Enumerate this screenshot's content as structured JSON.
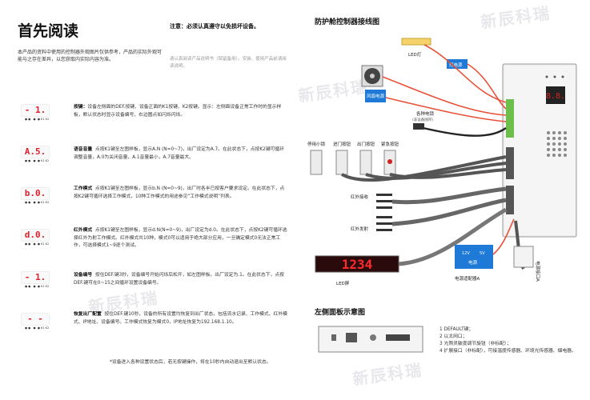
{
  "left": {
    "title": "首先阅读",
    "notice": "注意：必须认真遵守以免损坏设备。",
    "intro": "本产品的资料中使用的控制器外观图片仅供参考，产品的实际外观可能与之存在差异，以您获取内实际内容为准。",
    "grey_note": "请认真阅读产品说明书（保留备用）。安装、使用产品前请阅读说明。",
    "rows": [
      {
        "display": "-  1.",
        "label": "按键：",
        "text": "设备左侧面的DEF.按键、设备正面的K1按键、K2按键。显示：左侧面设备正常工作时的显示样板，默认状态时显示设备编号，右边圆点如闪烁闪烁。"
      },
      {
        "display": "A.5.",
        "label": "语音音量",
        "text": "点按K1键至左图样板，显示A.N (N=0~7)，出厂设定为A.7。在此状态下，点按K2键可循环调整音量，A.0为关闭音量，A.1音量最小，A.7音量最大。"
      },
      {
        "display": "b.0.",
        "label": "工作模式",
        "text": "点按K1键至左图样板，显示b.N (N=0~9)，出厂时各半已按客户要求设定。在此状态下，点按K2键可循环选择工作模式，10种工作模式的用途参见“工作模式说明”列表。"
      },
      {
        "display": "d.0.",
        "label": "红外模式",
        "text": "点按K1键至左图样板，显示d.N(N=0~9)，出厂设定为d.0。在此状态下，点按K2键可循环选择红外为射工作模式。红外模式共10种，模式0可以适用于绝大部分应用，一旦确定模式0无法正常工作，可选择模式1~9逐个测试。"
      },
      {
        "display": "-  1.",
        "label": "设备编号",
        "text": "按住DEF.键3秒，设备编号开始闪烁后松开，如左图样板。出厂设定为.1。在此状态下，点按DEF.键可在0~15之间循环设置设备编号。"
      },
      {
        "display": "-  -",
        "label": "恢复出厂配置",
        "text": "按住DEF.键10秒，设备的所有设置均恢复到出厂状态，包括流水记录、工作模式、红外模式、IP地址、设备编号。工作模式恢复为模式0，IP地址恢复为192.168.1.10。"
      }
    ],
    "keys": [
      "K1",
      "K2"
    ],
    "footnote": "*设备进入各种设置状态后，若无按键操作，将在10秒内自动退出至默认状态。"
  },
  "right": {
    "wiring_title": "防护舱控制器接线图",
    "panel_title": "左侧面板示意图",
    "labels": {
      "led_light": "LED灯",
      "light_power": "灯电源",
      "fan_power": "风扇电源",
      "lock": "各种电锁",
      "lock_sub": "(非设备随带)",
      "btn1": "停用小锁",
      "btn2": "进门按钮",
      "btn3": "出门按钮",
      "btn4": "紧急按钮",
      "ir_recv": "红外接收",
      "ir_send": "红外发射",
      "led_screen": "LED屏",
      "led_digits": "1234",
      "power_adapter": "电源适配器A",
      "power_12v": "12V",
      "power_5v": "5V",
      "power_word": "电源",
      "power_iface": "电源接口A",
      "seg_display": "8.8."
    },
    "legend": [
      "1  DEFAULT键；",
      "2  以太网口；",
      "3  光照灵敏度调节旋钮（非标配）；",
      "4  扩展接口（非标配），可接温度传感器、环境光传感器、烟电器。"
    ]
  },
  "watermark": "新辰科瑞"
}
